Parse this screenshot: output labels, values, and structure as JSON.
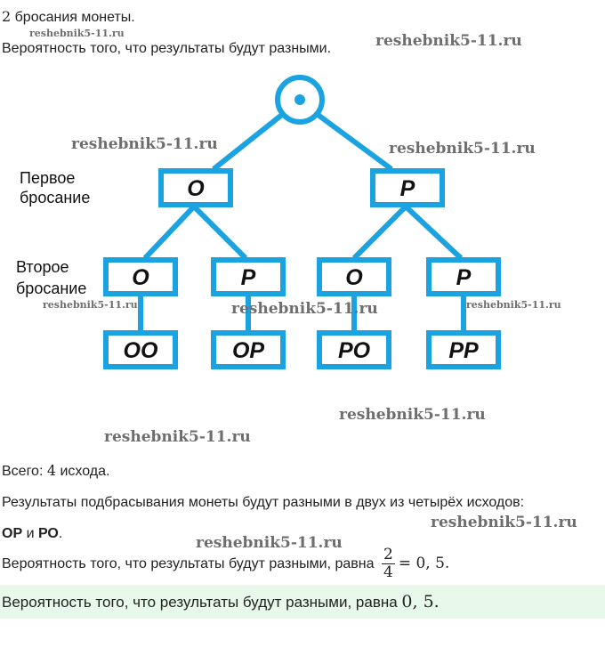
{
  "header": {
    "line1_num": "2",
    "line1_text": " бросания монеты.",
    "line2_text": "Вероятность того, что результаты будут разными."
  },
  "tree": {
    "level1_label_a": "Первое",
    "level1_label_b": "бросание",
    "level2_label_a": "Второе",
    "level2_label_b": "бросание",
    "first_left": "О",
    "first_right": "Р",
    "second": [
      "О",
      "Р",
      "О",
      "Р"
    ],
    "outcomes": [
      "ОО",
      "ОР",
      "РО",
      "РР"
    ],
    "stroke_color": "#1aa3e0"
  },
  "body": {
    "total_prefix": "Всего: ",
    "total_num": "4",
    "total_suffix": " исхода.",
    "results_text": "Результаты подбрасывания монеты будут разными в двух из четырёх исходов:",
    "outcome_a": "ОР",
    "joiner": " и ",
    "outcome_b": "РО",
    "period": ".",
    "prob_text": "Вероятность того, что результаты будут разными, равна ",
    "frac_num": "2",
    "frac_den": "4",
    "prob_result": "= 0, 5."
  },
  "answer": {
    "text": "Вероятность того, что результаты будут разными, равна ",
    "value": "0, 5.",
    "bg_color": "#e8f8ea"
  },
  "watermark": "reshebnik5-11.ru"
}
